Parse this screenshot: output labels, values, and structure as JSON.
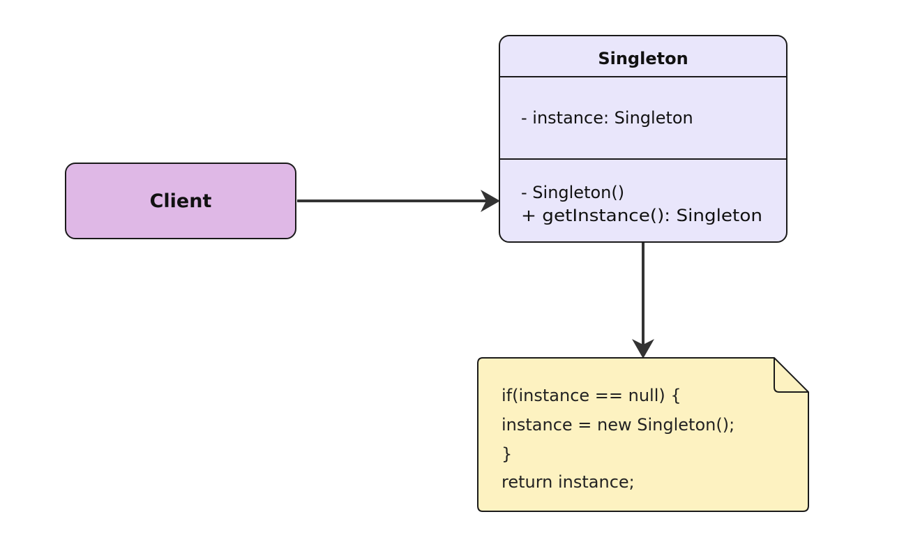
{
  "client": {
    "label": "Client",
    "fill": "#dfb8e6"
  },
  "singleton": {
    "name": "Singleton",
    "attributes": [
      "- instance: Singleton"
    ],
    "methods": [
      "- Singleton()",
      "+ getInstance():  Singleton"
    ],
    "fill": "#e9e6fb"
  },
  "note": {
    "lines": [
      "if(instance == null) {",
      "instance = new Singleton();",
      "}",
      "return instance;"
    ],
    "fill": "#fdf2c1"
  },
  "colors": {
    "stroke": "#1a1a1a",
    "arrow": "#333333",
    "text": "#111111",
    "note_text": "#222222"
  }
}
